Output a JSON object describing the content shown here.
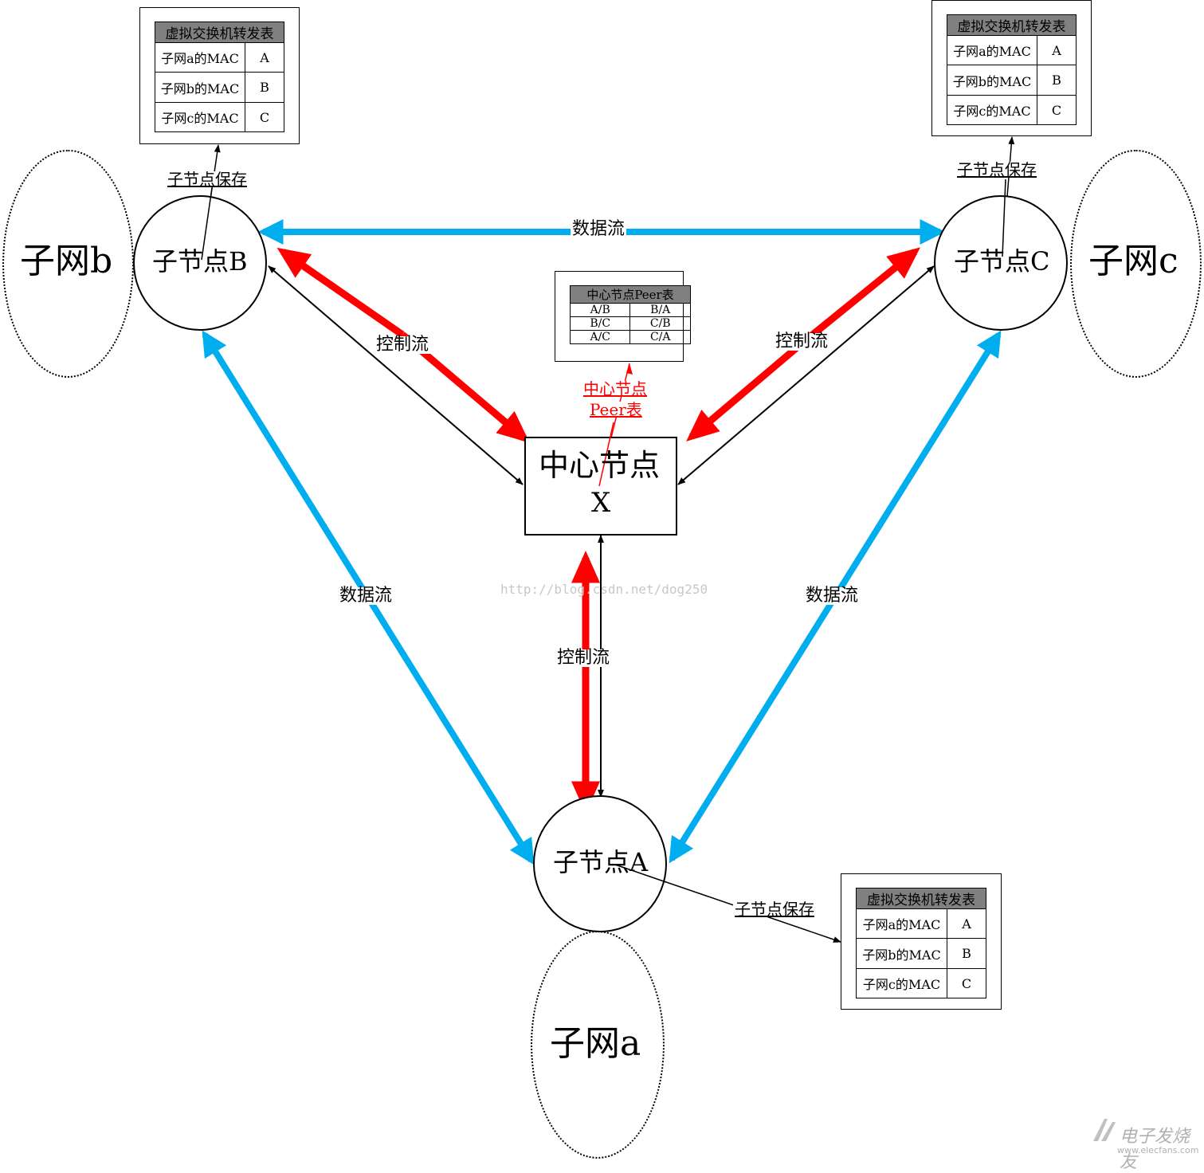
{
  "nodes": {
    "B": {
      "label": "子节点B"
    },
    "C": {
      "label": "子节点C"
    },
    "A": {
      "label": "子节点A"
    },
    "X": {
      "line1": "中心节点",
      "line2": "X"
    }
  },
  "subnets": {
    "a": "子网a",
    "b": "子网b",
    "c": "子网c"
  },
  "flows": {
    "data": "数据流",
    "control": "控制流"
  },
  "save_label": "子节点保存",
  "center_peer_label": {
    "line1": "中心节点",
    "line2": "Peer表"
  },
  "forwarding_table": {
    "title": "虚拟交换机转发表",
    "rows": [
      [
        "子网a的MAC",
        "A"
      ],
      [
        "子网b的MAC",
        "B"
      ],
      [
        "子网c的MAC",
        "C"
      ]
    ]
  },
  "peer_table": {
    "title": "中心节点Peer表",
    "rows": [
      [
        "A/B",
        "B/A"
      ],
      [
        "B/C",
        "C/B"
      ],
      [
        "A/C",
        "C/A"
      ]
    ]
  },
  "watermark": "http://blog.csdn.net/dog250",
  "logo": {
    "cn": "电子发烧友",
    "url": "www.elecfans.com"
  },
  "colors": {
    "data_flow": "#00aeef",
    "control_flow": "#ff0000",
    "line": "#000000",
    "table_header": "#808080"
  }
}
